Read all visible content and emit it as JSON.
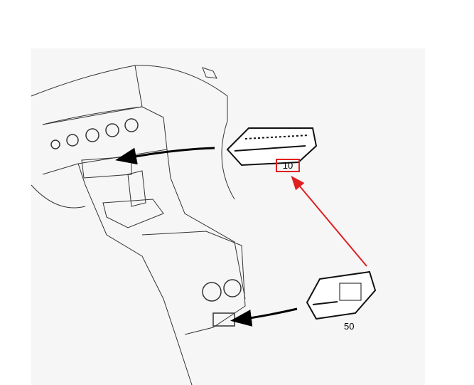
{
  "diagram": {
    "callouts": [
      {
        "id": "10",
        "text": "10",
        "highlighted": true
      },
      {
        "id": "50",
        "text": "50",
        "highlighted": false
      }
    ],
    "colors": {
      "highlight": "#e02020",
      "line": "#000000",
      "background": "#f6f6f6"
    }
  }
}
